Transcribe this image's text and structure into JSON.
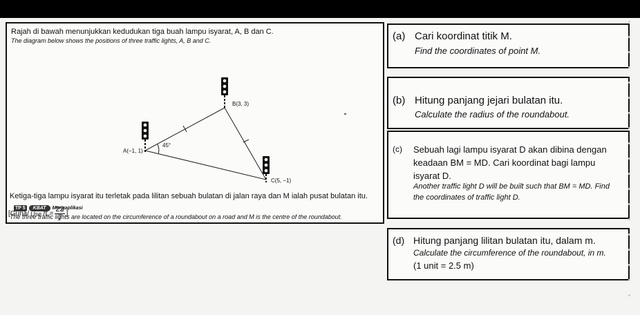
{
  "main": {
    "intro_ms": "Rajah di bawah menunjukkan kedudukan tiga buah lampu isyarat, A, B dan C.",
    "intro_en": "The diagram below shows the positions of three traffic lights, A, B and C.",
    "point_a": "A(−1, 1)",
    "point_b": "B(3, 3)",
    "point_c": "C(5, −1)",
    "angle": "45°",
    "para_ms": "Ketiga-tiga lampu isyarat itu terletak pada lilitan sebuah bulatan di jalan raya dan M ialah pusat bulatan itu.",
    "tag_tp": "TP 5",
    "tag_kbat": "KBAT",
    "tag_skill": "Mengaplikasi",
    "para_en": "The three traffic lights are located on the circumference of a roundabout on a road and M is the centre of the roundabout.",
    "guna_prefix": "[Guna/",
    "guna_use": "Use",
    "guna_pi": "π =",
    "guna_num": "22",
    "guna_den": "7",
    "guna_suffix": "]"
  },
  "questions": {
    "a_label": "(a)",
    "a_ms": "Cari koordinat titik M.",
    "a_en": "Find the coordinates of point M.",
    "b_label": "(b)",
    "b_ms": "Hitung panjang jejari bulatan itu.",
    "b_en": "Calculate the radius of the roundabout.",
    "c_label": "(c)",
    "c_ms_1": "Sebuah lagi lampu isyarat D akan dibina dengan",
    "c_ms_2": "keadaan BM = MD. Cari koordinat bagi lampu",
    "c_ms_3": "isyarat D.",
    "c_en_1": "Another traffic light D will be built such that BM = MD. Find",
    "c_en_2": "the coordinates of traffic light D.",
    "d_label": "(d)",
    "d_ms": "Hitung panjang lilitan bulatan itu, dalam m.",
    "d_en": "Calculate the circumference of the roundabout, in m.",
    "d_unit": "(1 unit = 2.5 m)"
  }
}
